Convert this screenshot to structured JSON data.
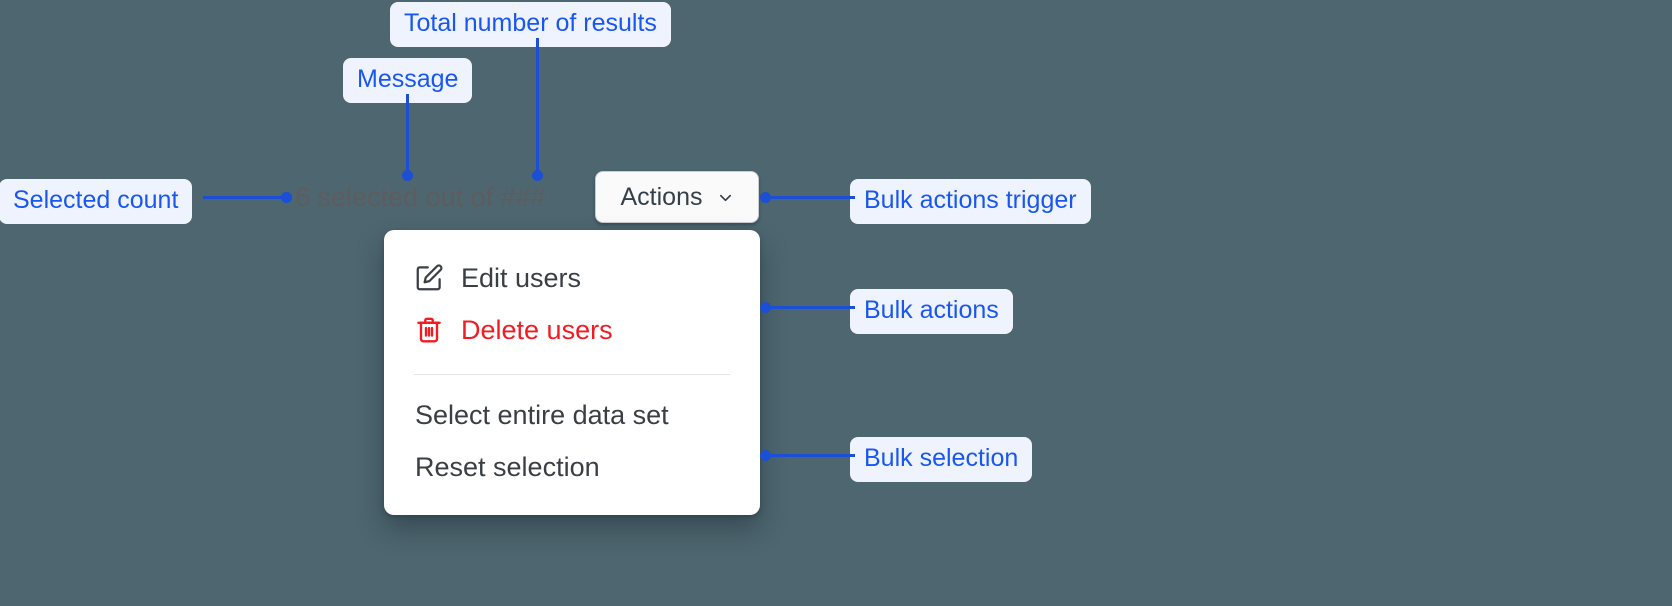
{
  "background_color": "#4d666f",
  "annotation": {
    "label_bg": "#eef3fe",
    "label_text_color": "#1a56f0",
    "line_color": "#1a4fd6",
    "labels": [
      {
        "id": "total-number-of-results",
        "text": "Total number of results"
      },
      {
        "id": "message",
        "text": "Message"
      },
      {
        "id": "selected-count",
        "text": "Selected count"
      },
      {
        "id": "bulk-actions-trigger",
        "text": "Bulk actions trigger"
      },
      {
        "id": "bulk-actions",
        "text": "Bulk actions"
      },
      {
        "id": "bulk-selection",
        "text": "Bulk selection"
      }
    ]
  },
  "selection": {
    "message_text": "6 selected out of ###",
    "selected_count": "6",
    "total_results_placeholder": "###",
    "text_color": "#5d5d60"
  },
  "actions_button": {
    "label": "Actions",
    "icon": "chevron-down-icon",
    "expanded": true,
    "background": "#fafafa",
    "text_color": "#36404a"
  },
  "menu": {
    "groups": [
      {
        "id": "bulk-actions",
        "items": [
          {
            "id": "edit-users",
            "label": "Edit users",
            "icon": "edit-pencil-icon",
            "tone": "default",
            "color": "#3a3f45"
          },
          {
            "id": "delete-users",
            "label": "Delete users",
            "icon": "trash-icon",
            "tone": "danger",
            "color": "#f01c24"
          }
        ]
      },
      {
        "id": "bulk-selection",
        "items": [
          {
            "id": "select-entire-data-set",
            "label": "Select entire data set",
            "icon": null,
            "tone": "default",
            "color": "#3a3f45"
          },
          {
            "id": "reset-selection",
            "label": "Reset selection",
            "icon": null,
            "tone": "default",
            "color": "#3a3f45"
          }
        ]
      }
    ]
  }
}
